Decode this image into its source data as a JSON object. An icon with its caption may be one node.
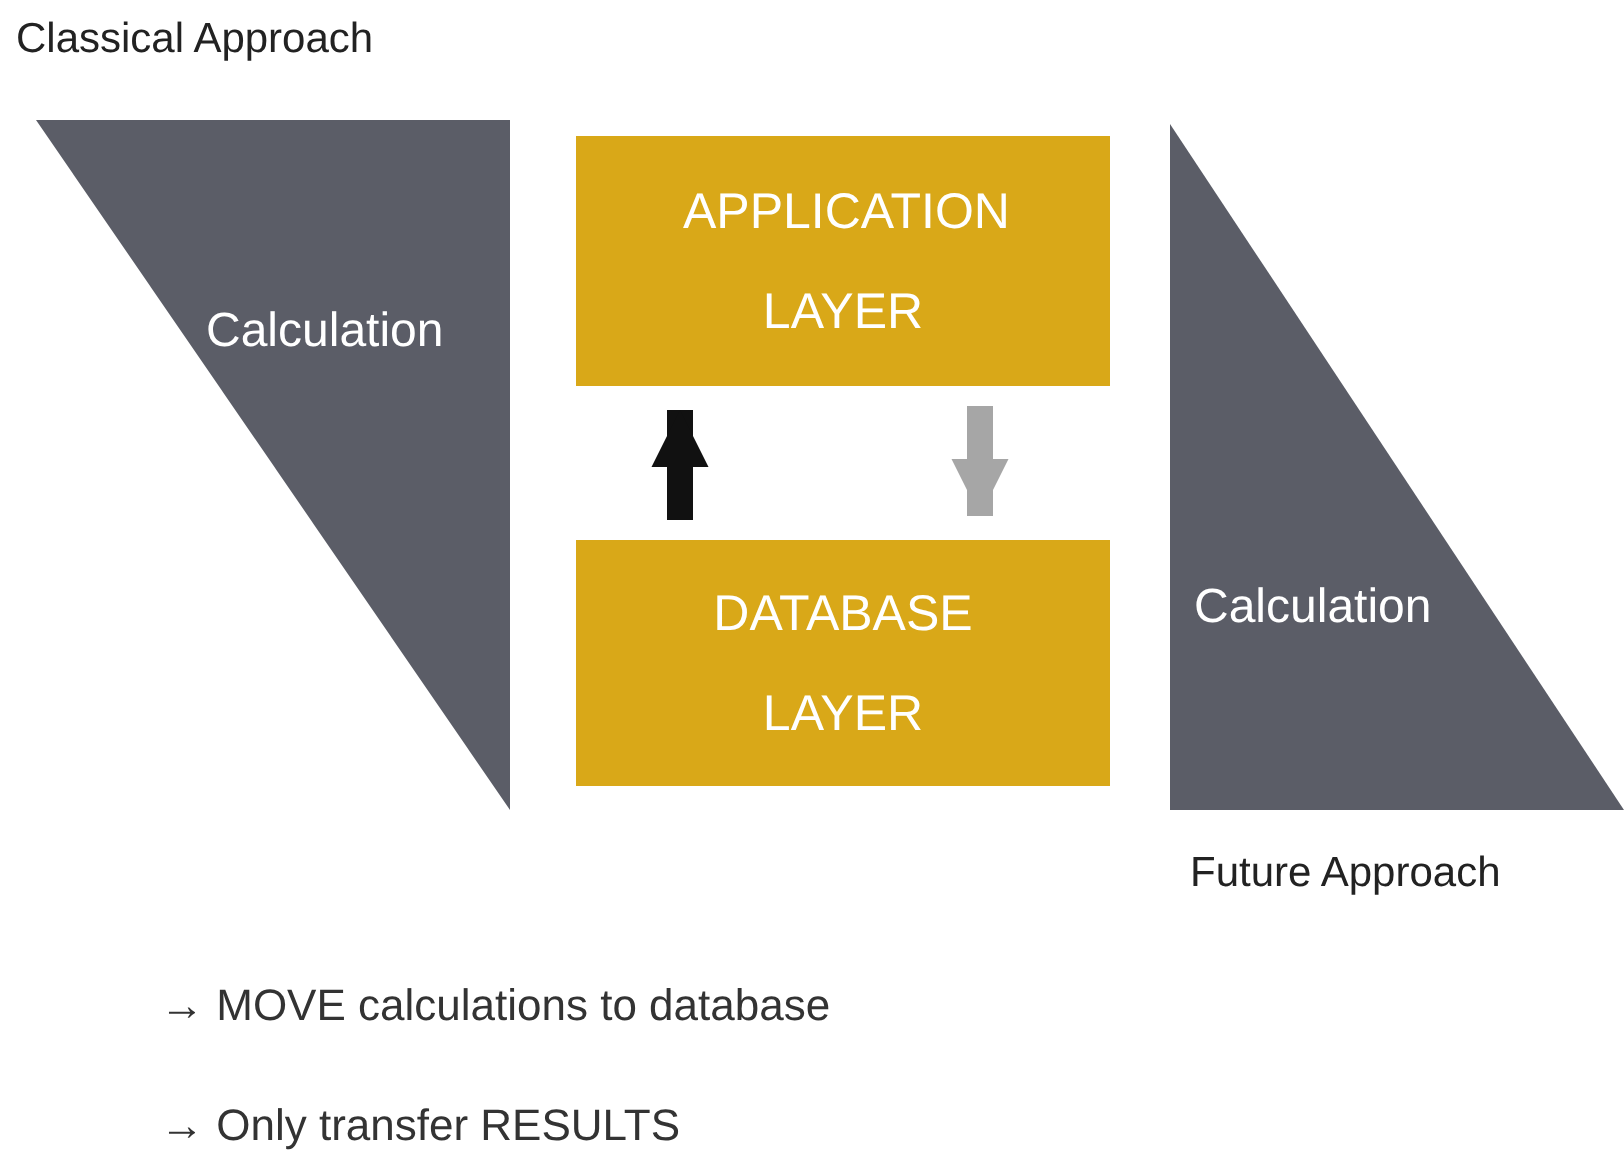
{
  "diagram": {
    "nodes": [
      {
        "text": [
          "Calculation"
        ],
        "beside": [
          "Classical Approach"
        ]
      },
      {
        "text": [
          "APPLICATION LAYER"
        ]
      },
      {
        "text": [
          "DATABASE LAYER"
        ]
      },
      {
        "text": [
          "Calculation"
        ],
        "beside": [
          "Future Approach"
        ]
      }
    ],
    "edges": [
      {
        "from": 2,
        "to": 1,
        "arrow": "to",
        "color": "#111111"
      },
      {
        "from": 1,
        "to": 2,
        "arrow": "to",
        "color": "#a6a6a6"
      }
    ],
    "labels": [
      "→ MOVE calculations to database",
      "→ Only transfer RESULTS"
    ]
  }
}
